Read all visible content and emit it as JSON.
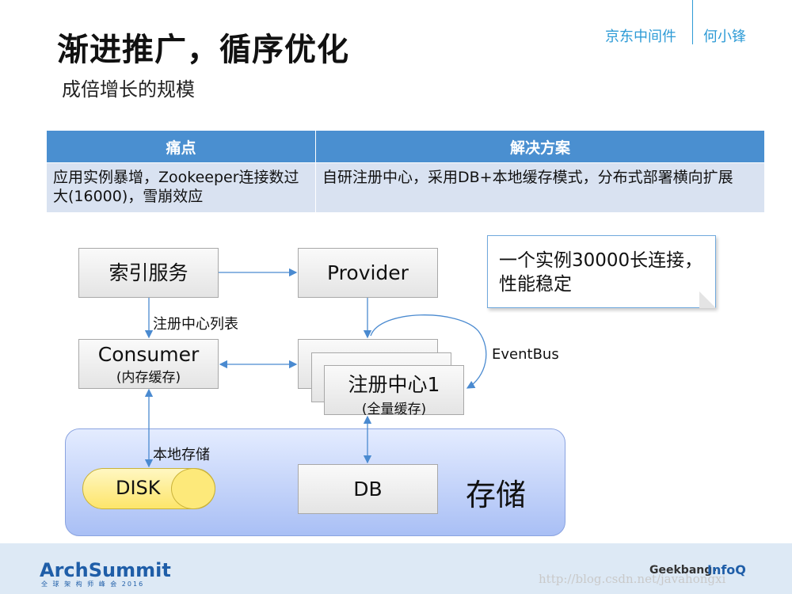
{
  "slide": {
    "title": "渐进推广，循序优化",
    "subtitle": "成倍增长的规模",
    "company": "京东中间件",
    "author": "何小锋"
  },
  "table": {
    "headers": [
      "痛点",
      "解决方案"
    ],
    "rows": [
      [
        "应用实例暴增，Zookeeper连接数过大(16000)，雪崩效应",
        "自研注册中心，采用DB+本地缓存模式，分布式部署横向扩展"
      ]
    ]
  },
  "diagram": {
    "index_service": "索引服务",
    "provider": "Provider",
    "consumer": "Consumer",
    "consumer_sub": "(内存缓存)",
    "registry": "注册中心1",
    "registry_sub": "(全量缓存)",
    "registry_list_label": "注册中心列表",
    "eventbus": "EventBus",
    "local_storage_label": "本地存储",
    "disk": "DISK",
    "db": "DB",
    "storage": "存储",
    "callout": "一个实例30000长连接，性能稳定"
  },
  "footer": {
    "arch_logo": "ArchSummit",
    "arch_sub": "全 球 架 构 师 峰 会 2016",
    "geekbang": "Geekbang›",
    "infoq": "InfoQ",
    "watermark": "http://blog.csdn.net/javahongxi"
  },
  "colors": {
    "accent": "#2e9bd6",
    "table_header": "#4a8fd0",
    "table_row": "#d9e2f1",
    "storage_fill": "#b8c9f5",
    "disk_fill": "#fde97a"
  }
}
